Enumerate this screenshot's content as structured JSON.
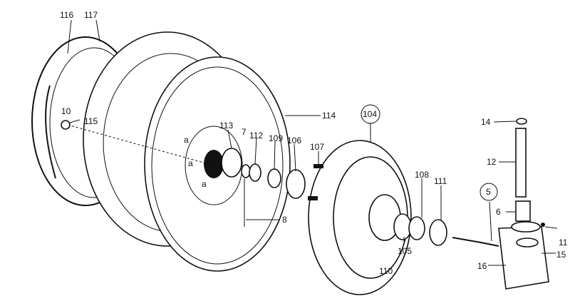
{
  "diagram": {
    "parts": [
      {
        "id": "116",
        "label": "116"
      },
      {
        "id": "117",
        "label": "117"
      },
      {
        "id": "115",
        "label": "115"
      },
      {
        "id": "10",
        "label": "10"
      },
      {
        "id": "113",
        "label": "113"
      },
      {
        "id": "7",
        "label": "7"
      },
      {
        "id": "112",
        "label": "112"
      },
      {
        "id": "109",
        "label": "109"
      },
      {
        "id": "106",
        "label": "106"
      },
      {
        "id": "107",
        "label": "107"
      },
      {
        "id": "114",
        "label": "114"
      },
      {
        "id": "104",
        "label": "104"
      },
      {
        "id": "108",
        "label": "108"
      },
      {
        "id": "111",
        "label": "111"
      },
      {
        "id": "14",
        "label": "14"
      },
      {
        "id": "12",
        "label": "12"
      },
      {
        "id": "5",
        "label": "5"
      },
      {
        "id": "6",
        "label": "6"
      },
      {
        "id": "11",
        "label": "11"
      },
      {
        "id": "15",
        "label": "15"
      },
      {
        "id": "16",
        "label": "16"
      },
      {
        "id": "105",
        "label": "105"
      },
      {
        "id": "110",
        "label": "110"
      },
      {
        "id": "8",
        "label": "8"
      }
    ],
    "hole_marks": [
      "a",
      "a",
      "a"
    ],
    "ink_color": "#111111"
  }
}
